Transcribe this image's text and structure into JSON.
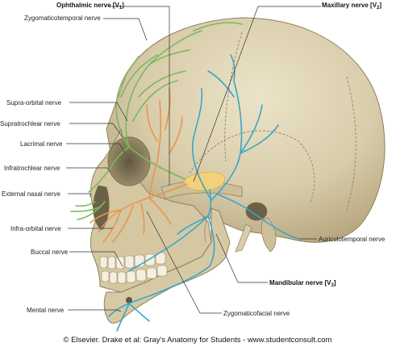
{
  "figure": {
    "labels": {
      "ophthalmic_main": "Ophthalmic nerve [V",
      "ophthalmic_sub": "1",
      "ophthalmic_end": "]",
      "maxillary_main": "Maxillary nerve [V",
      "maxillary_sub": "2",
      "maxillary_end": "]",
      "mandibular_main": "Mandibular nerve [V",
      "mandibular_sub": "3",
      "mandibular_end": "]",
      "zygomaticotemporal": "Zygomaticotemporal nerve",
      "supraorbital": "Supra-orbital nerve",
      "supratrochlear": "Supratrochlear nerve",
      "lacrimal": "Lacrimal nerve",
      "infratrochlear": "Infratrochlear nerve",
      "external_nasal": "External nasal nerve",
      "infraorbital": "Infra-orbital nerve",
      "buccal": "Buccal nerve",
      "mental": "Mental nerve",
      "auriculotemporal": "Auriculotemporal nerve",
      "zygomaticofacial": "Zygomaticofacial nerve"
    },
    "credit": "© Elsevier. Drake et al: Gray's Anatomy for Students - www.studentconsult.com",
    "colors": {
      "bone": "#d9cdaa",
      "bone_shadow": "#b9a982",
      "ophthalmic": "#7cb85c",
      "maxillary": "#e9954c",
      "mandibular": "#3aa6c8",
      "ganglion": "#f1d27a"
    }
  }
}
